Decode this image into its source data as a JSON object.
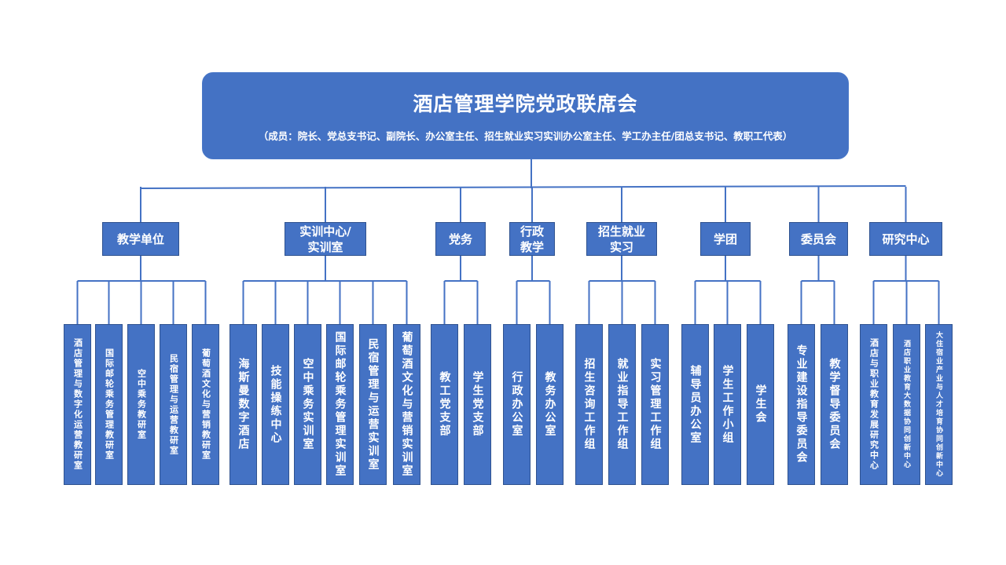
{
  "title": "酒店管理学院党政联席会",
  "subtitle": "（成员：院长、党总支书记、副院长、办公室主任、招生就业实习实训办公室主任、学工办主任/团总支书记、教职工代表）",
  "colors": {
    "fill": "#4472C4",
    "border": "#2F528F",
    "line": "#4472C4"
  },
  "units": [
    {
      "label": "教学单位",
      "children": [
        "酒店管理与数字化运营教研室",
        "国际邮轮乘务管理教研室",
        "空中乘务教研室",
        "民宿管理与运营教研室",
        "葡萄酒文化与营销教研室"
      ]
    },
    {
      "label": "实训中心/实训室",
      "children": [
        "海斯曼数字酒店",
        "技能操练中心",
        "空中乘务实训室",
        "国际邮轮乘务管理实训室",
        "民宿管理与运营实训室",
        "葡萄酒文化与营销实训室"
      ]
    },
    {
      "label": "党务",
      "children": [
        "教工党支部",
        "学生党支部"
      ]
    },
    {
      "label": "行政教学",
      "children": [
        "行政办公室",
        "教务办公室"
      ]
    },
    {
      "label": "招生就业实习",
      "children": [
        "招生咨询工作组",
        "就业指导工作组",
        "实习管理工作组"
      ]
    },
    {
      "label": "学团",
      "children": [
        "辅导员办公室",
        "学生工作小组",
        "学生会"
      ]
    },
    {
      "label": "委员会",
      "children": [
        "专业建设指导委员会",
        "教学督导委员会"
      ]
    },
    {
      "label": "研究中心",
      "children": [
        "酒店与职业教育发展研究中心",
        "酒店职业教育大数据协同创新中心",
        "大住宿业产业与人才培育协同创新中心"
      ]
    }
  ]
}
